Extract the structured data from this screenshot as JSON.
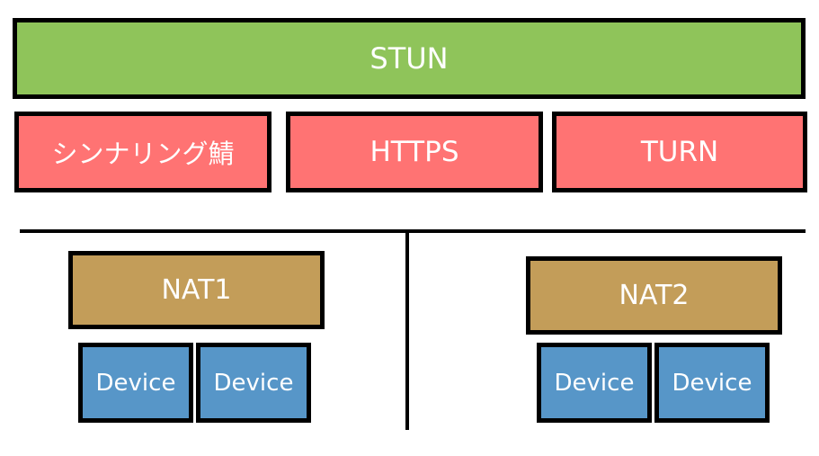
{
  "top": {
    "label": "STUN",
    "color": "#8fc45a"
  },
  "servers": [
    {
      "label": "シンナリング鯖",
      "color": "#ff7373"
    },
    {
      "label": "HTTPS",
      "color": "#ff7373"
    },
    {
      "label": "TURN",
      "color": "#ff7373"
    }
  ],
  "networks": [
    {
      "nat": {
        "label": "NAT1",
        "color": "#c39d59"
      },
      "devices": [
        {
          "label": "Device",
          "color": "#5796c8"
        },
        {
          "label": "Device",
          "color": "#5796c8"
        }
      ]
    },
    {
      "nat": {
        "label": "NAT2",
        "color": "#c39d59"
      },
      "devices": [
        {
          "label": "Device",
          "color": "#5796c8"
        },
        {
          "label": "Device",
          "color": "#5796c8"
        }
      ]
    }
  ]
}
